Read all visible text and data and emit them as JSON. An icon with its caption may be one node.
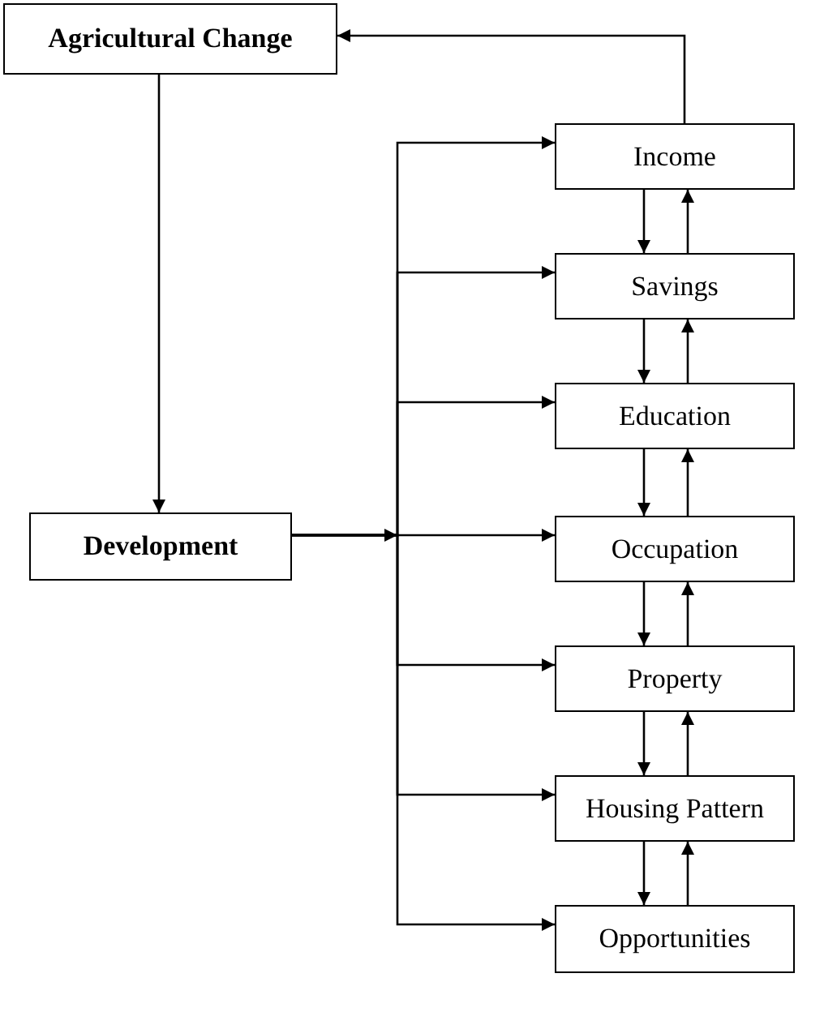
{
  "diagram": {
    "nodes": [
      {
        "text": [
          "Agricultural Change"
        ]
      },
      {
        "text": [
          "Development"
        ]
      },
      {
        "text": [
          "Income"
        ]
      },
      {
        "text": [
          "Savings"
        ]
      },
      {
        "text": [
          "Education"
        ]
      },
      {
        "text": [
          "Occupation"
        ]
      },
      {
        "text": [
          "Property"
        ]
      },
      {
        "text": [
          "Housing Pattern"
        ]
      },
      {
        "text": [
          "Opportunities"
        ]
      }
    ],
    "edges": [
      {
        "from": 0,
        "to": 1,
        "arrow": "to"
      },
      {
        "from": 1,
        "to": 2,
        "arrow": "to"
      },
      {
        "from": 1,
        "to": 3,
        "arrow": "to"
      },
      {
        "from": 1,
        "to": 4,
        "arrow": "to"
      },
      {
        "from": 1,
        "to": 5,
        "arrow": "to"
      },
      {
        "from": 1,
        "to": 6,
        "arrow": "to"
      },
      {
        "from": 1,
        "to": 7,
        "arrow": "to"
      },
      {
        "from": 1,
        "to": 8,
        "arrow": "to"
      },
      {
        "from": 2,
        "to": 0,
        "arrow": "to"
      },
      {
        "from": 2,
        "to": 3,
        "arrow": "to"
      },
      {
        "from": 3,
        "to": 2,
        "arrow": "to"
      },
      {
        "from": 3,
        "to": 4,
        "arrow": "to"
      },
      {
        "from": 4,
        "to": 3,
        "arrow": "to"
      },
      {
        "from": 4,
        "to": 5,
        "arrow": "to"
      },
      {
        "from": 5,
        "to": 4,
        "arrow": "to"
      },
      {
        "from": 5,
        "to": 6,
        "arrow": "to"
      },
      {
        "from": 6,
        "to": 5,
        "arrow": "to"
      },
      {
        "from": 6,
        "to": 7,
        "arrow": "to"
      },
      {
        "from": 7,
        "to": 6,
        "arrow": "to"
      },
      {
        "from": 7,
        "to": 8,
        "arrow": "to"
      },
      {
        "from": 8,
        "to": 7,
        "arrow": "to"
      }
    ]
  }
}
